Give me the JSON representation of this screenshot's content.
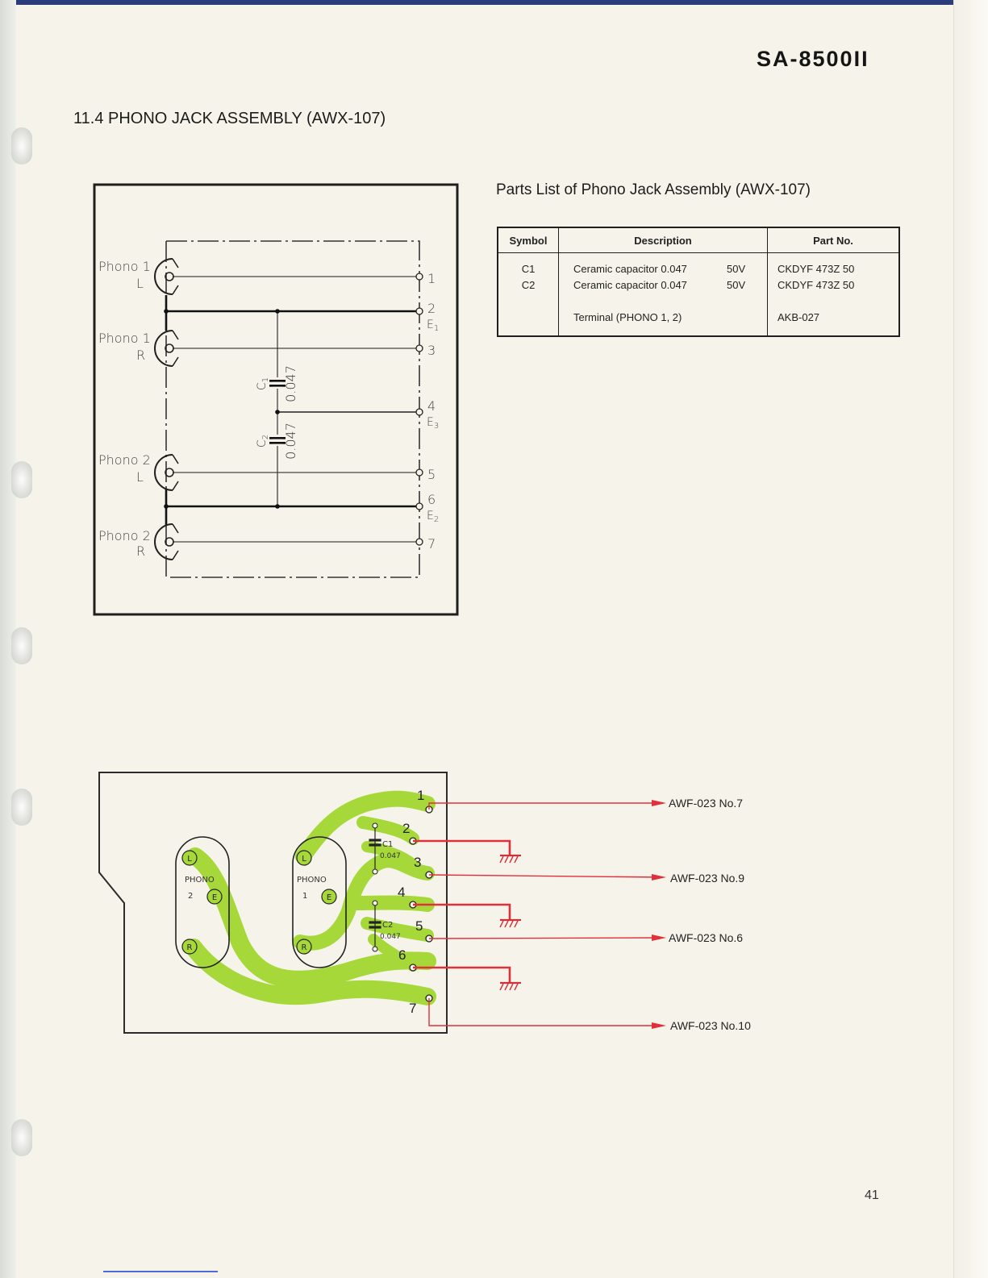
{
  "header": {
    "model": "SA-8500II"
  },
  "section": {
    "title": "11.4  PHONO JACK ASSEMBLY (AWX-107)"
  },
  "parts_list": {
    "title": "Parts List of Phono Jack Assembly (AWX-107)",
    "columns": [
      "Symbol",
      "Description",
      "Part No."
    ],
    "rows": [
      {
        "symbol": "C1",
        "description": "Ceramic capacitor 0.047",
        "rating": "50V",
        "part_no": "CKDYF 473Z 50"
      },
      {
        "symbol": "C2",
        "description": "Ceramic capacitor 0.047",
        "rating": "50V",
        "part_no": "CKDYF 473Z 50"
      },
      {
        "symbol": "",
        "description": "Terminal (PHONO 1, 2)",
        "rating": "",
        "part_no": "AKB-027"
      }
    ]
  },
  "schematic": {
    "jacks": [
      {
        "name": "Phono 1",
        "channel": "L"
      },
      {
        "name": "Phono 1",
        "channel": "R"
      },
      {
        "name": "Phono 2",
        "channel": "L"
      },
      {
        "name": "Phono 2",
        "channel": "R"
      }
    ],
    "terminals": [
      "1",
      "2",
      "3",
      "4",
      "5",
      "6",
      "7"
    ],
    "ground_labels": {
      "e1": "E",
      "e1_sub": "1",
      "e3": "E",
      "e3_sub": "3",
      "e2": "E",
      "e2_sub": "2"
    },
    "capacitors": [
      {
        "ref": "C",
        "ref_sub": "1",
        "value": "0.047"
      },
      {
        "ref": "C",
        "ref_sub": "2",
        "value": "0.047"
      }
    ]
  },
  "pcb": {
    "jack_labels": [
      {
        "text": "PHONO",
        "num": "2"
      },
      {
        "text": "PHONO",
        "num": "1"
      }
    ],
    "pad_letters": {
      "l": "L",
      "e": "E",
      "r": "R"
    },
    "terminals": [
      "1",
      "2",
      "3",
      "4",
      "5",
      "6",
      "7"
    ],
    "capacitors": [
      {
        "ref": "C1",
        "value": "0.047"
      },
      {
        "ref": "C2",
        "value": "0.047"
      }
    ],
    "connections": [
      "AWF-023 No.7",
      "AWF-023 No.9",
      "AWF-023 No.6",
      "AWF-023 No.10"
    ],
    "colors": {
      "copper": "#a6d83a",
      "wire": "#e0303a"
    }
  },
  "footer": {
    "page_number": "41"
  }
}
